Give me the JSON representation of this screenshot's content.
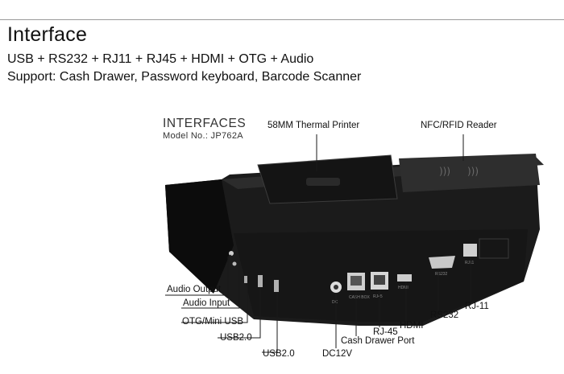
{
  "header": {
    "title": "Interface",
    "line1": "USB + RS232 + RJ11 + RJ45 + HDMI + OTG + Audio",
    "line2": "Support: Cash Drawer, Password keyboard, Barcode Scanner"
  },
  "figure": {
    "interfaces_title": "INTERFACES",
    "model": "Model No.: JP762A",
    "callouts": {
      "printer": "58MM Thermal Printer",
      "nfc": "NFC/RFID Reader",
      "audio_output": "Audio Output",
      "audio_input": "Audio Input",
      "otg": "OTG/Mini USB",
      "usb_a": "USB2.0",
      "usb_b": "USB2.0",
      "dc": "DC12V",
      "cash": "Cash Drawer Port",
      "rj45": "RJ-45",
      "hdmi": "HDMI",
      "rs232": "RS232",
      "rj11": "RJ-11"
    },
    "port_marks": {
      "dc": "DC",
      "cash": "CASH BOX",
      "rj45": "RJ45",
      "hdmi": "HDMI",
      "rs232": "RS232",
      "rj11": "RJ11"
    }
  }
}
